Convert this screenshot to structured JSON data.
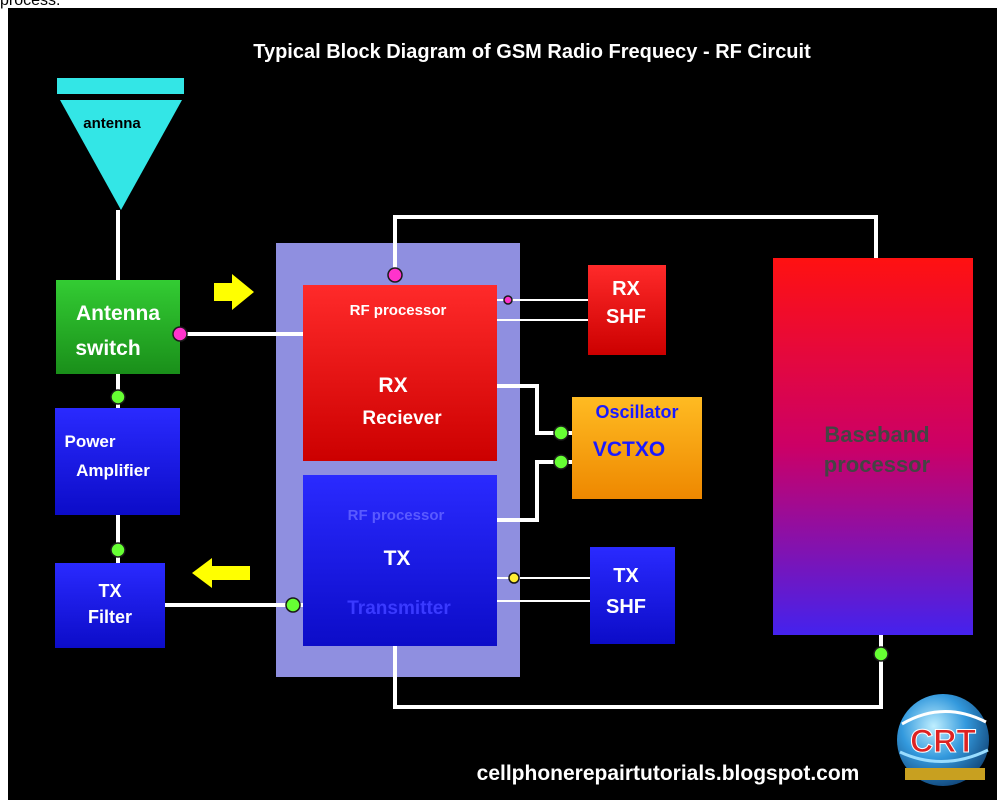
{
  "top_caption": "process.",
  "title": "Typical Block Diagram of GSM Radio Frequecy - RF Circuit",
  "blocks": {
    "antenna": "antenna",
    "antenna_switch": [
      "Antenna",
      "switch"
    ],
    "power_amplifier": [
      "Power",
      "Amplifier"
    ],
    "tx_filter": [
      "TX",
      "Filter"
    ],
    "rx_processor": {
      "header": "RF processor",
      "line1": "RX",
      "line2": "Reciever"
    },
    "tx_processor": {
      "header": "RF processor",
      "line1": "TX",
      "line2": "Transmitter"
    },
    "rx_shf": [
      "RX",
      "SHF"
    ],
    "tx_shf": [
      "TX",
      "SHF"
    ],
    "oscillator": [
      "Oscillator",
      "VCTXO"
    ],
    "baseband": [
      "Baseband",
      "processor"
    ]
  },
  "watermark": "cellphonerepairtutorials.blogspot.com",
  "logo_text": "CRT",
  "colors": {
    "background": "#000000",
    "antenna": "#33e6e6",
    "antenna_switch": "#22bb22",
    "blue_block": "#1a1aff",
    "red_block": "#ee1111",
    "oscillator": "#ffaa00",
    "panel": "#8f8fe0",
    "arrow": "#ffff00",
    "wire": "#ffffff",
    "node_green": "#66ff33",
    "node_magenta": "#ff33cc",
    "node_yellow": "#ffee33"
  }
}
